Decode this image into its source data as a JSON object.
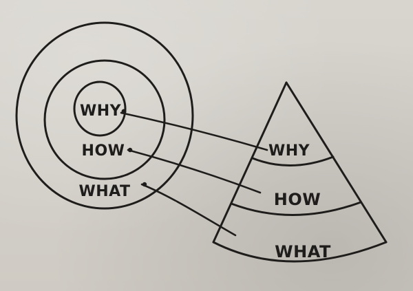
{
  "colors": {
    "paper": "#d3d0ca",
    "ink": "#1f1d1b"
  },
  "circles": {
    "labels": {
      "why": "WHY",
      "how": "HOW",
      "what": "WHAT"
    }
  },
  "cone": {
    "labels": {
      "why": "WHY",
      "how": "HOW",
      "what": "WHAT"
    }
  }
}
